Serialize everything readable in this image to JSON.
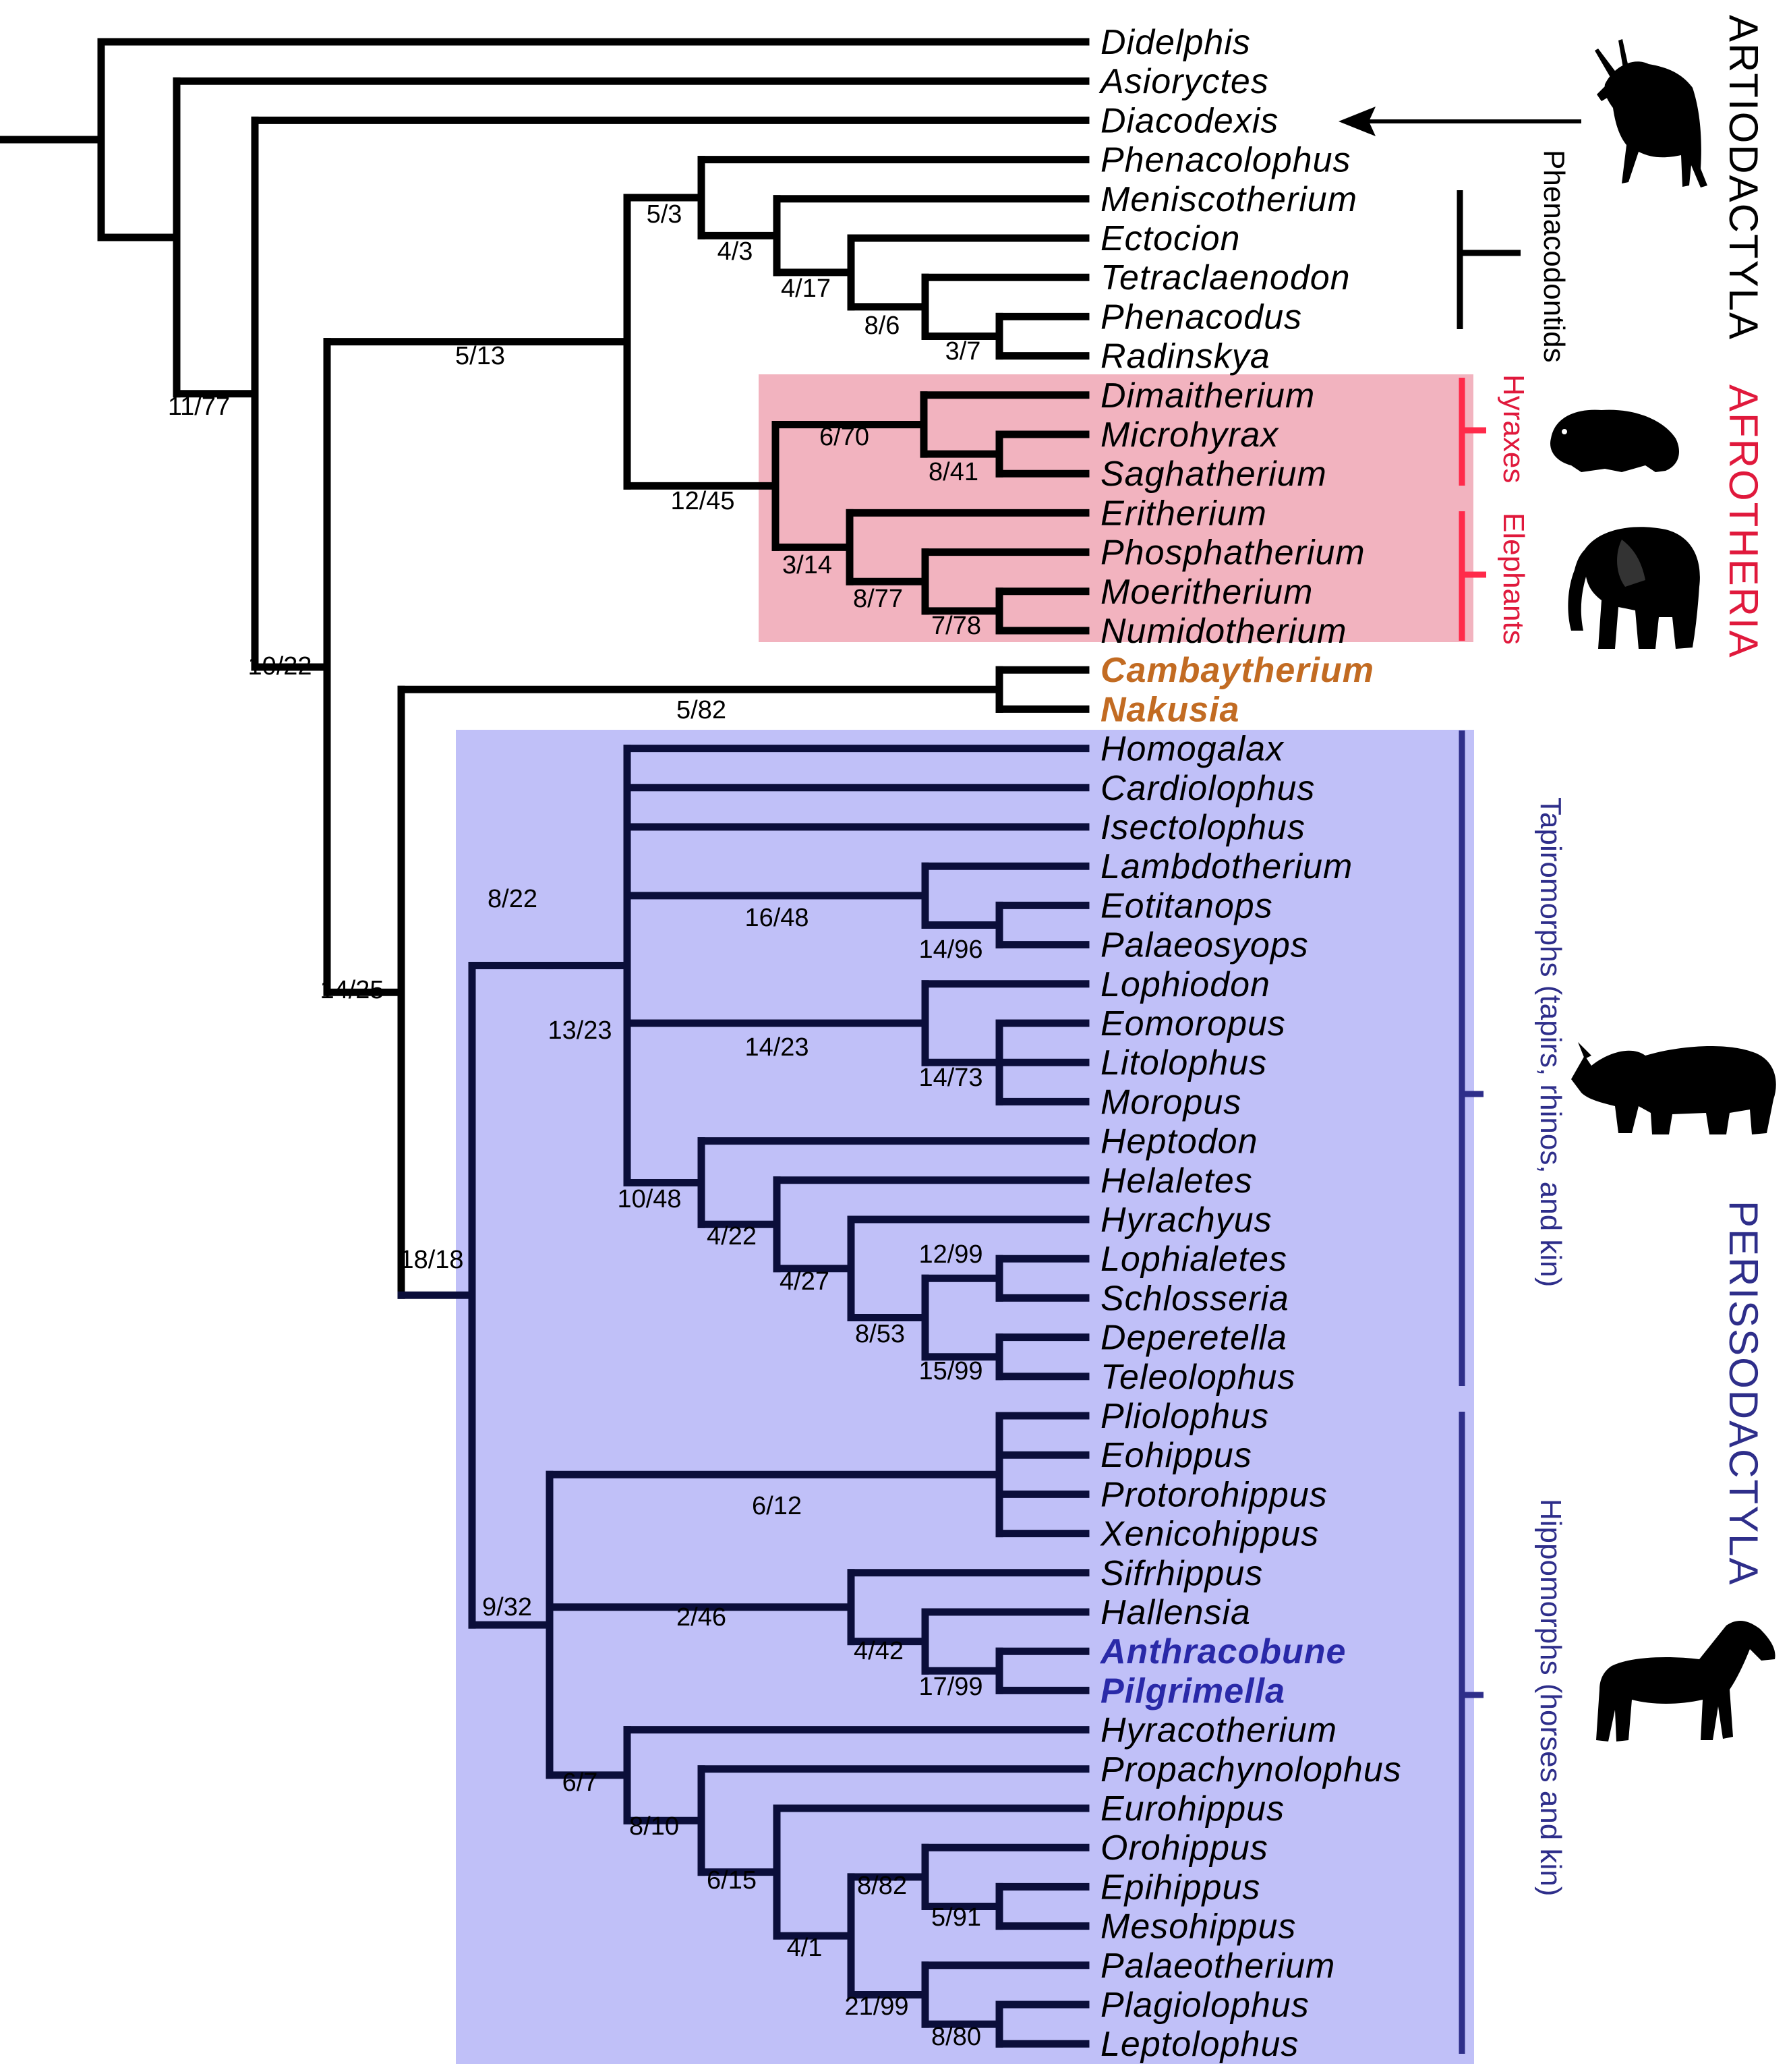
{
  "colors": {
    "branch": "#000000",
    "persso_branch": "#0b0e3a",
    "afrotheria_box": "#f2b3bf",
    "afrotheria_text": "#e0193c",
    "perisso_box": "#c0c0f8",
    "perisso_text": "#2e2e8a",
    "new_taxa_orange": "#c26b22",
    "new_taxa_blue": "#2929a8"
  },
  "taxa": [
    "Didelphis",
    "Asioryctes",
    "Diacodexis",
    "Phenacolophus",
    "Meniscotherium",
    "Ectocion",
    "Tetraclaenodon",
    "Phenacodus",
    "Radinskya",
    "Dimaitherium",
    "Microhyrax",
    "Saghatherium",
    "Eritherium",
    "Phosphatherium",
    "Moeritherium",
    "Numidotherium",
    "Cambaytherium",
    "Nakusia",
    "Homogalax",
    "Cardiolophus",
    "Isectolophus",
    "Lambdotherium",
    "Eotitanops",
    "Palaeosyops",
    "Lophiodon",
    "Eomoropus",
    "Litolophus",
    "Moropus",
    "Heptodon",
    "Helaletes",
    "Hyrachyus",
    "Lophialetes",
    "Schlosseria",
    "Deperetella",
    "Teleolophus",
    "Pliolophus",
    "Eohippus",
    "Protorohippus",
    "Xenicohippus",
    "Sifrhippus",
    "Hallensia",
    "Anthracobune",
    "Pilgrimella",
    "Hyracotherium",
    "Propachynolophus",
    "Eurohippus",
    "Orohippus",
    "Epihippus",
    "Mesohippus",
    "Palaeotherium",
    "Plagiolophus",
    "Leptolophus"
  ],
  "support_labels": [
    "11/77",
    "10/22",
    "5/13",
    "5/3",
    "4/3",
    "4/17",
    "8/6",
    "3/7",
    "12/45",
    "6/70",
    "8/41",
    "3/14",
    "8/77",
    "7/78",
    "5/82",
    "14/25",
    "18/18",
    "8/22",
    "13/23",
    "16/48",
    "14/96",
    "14/23",
    "14/73",
    "10/48",
    "4/22",
    "4/27",
    "12/99",
    "8/53",
    "15/99",
    "9/32",
    "6/12",
    "2/46",
    "4/42",
    "17/99",
    "6/7",
    "8/10",
    "6/15",
    "4/1",
    "8/82",
    "5/91",
    "21/99",
    "8/80"
  ],
  "clades": {
    "phenacodontids": "Phenacodontids",
    "hyraxes": "Hyraxes",
    "elephants": "Elephants",
    "tapiromorphs": "Tapiromorphs (tapirs, rhinos, and kin)",
    "hippomorphs": "Hippomorphs (horses and kin)"
  },
  "orders": {
    "artiodactyla": "ARTIODACTYLA",
    "afrotheria": "AFROTHERIA",
    "perissodactyla": "PERISSODACTYLA"
  },
  "silhouettes": [
    "antelope-icon",
    "hyrax-icon",
    "elephant-icon",
    "rhino-icon",
    "horse-icon"
  ]
}
